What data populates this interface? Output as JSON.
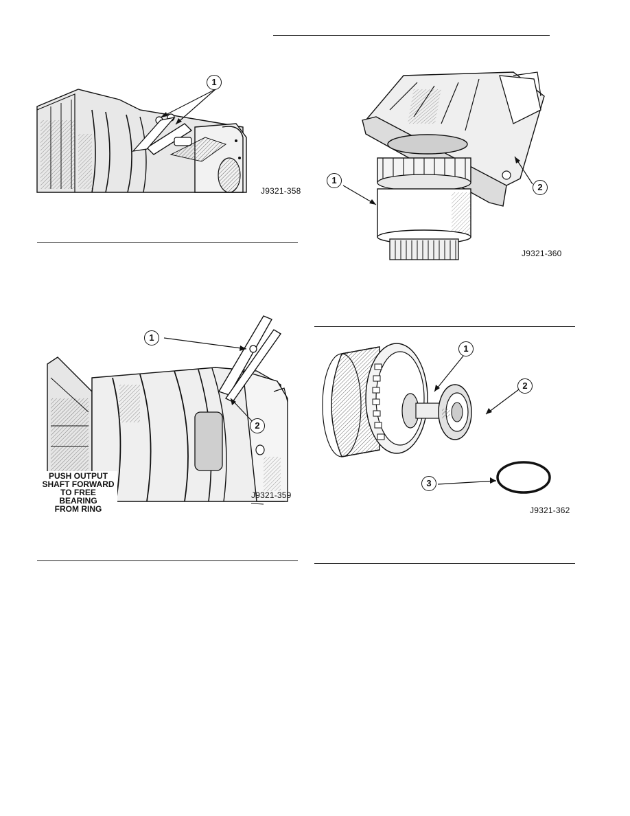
{
  "figures": [
    {
      "id": "J9321-358",
      "callouts": [
        "1"
      ]
    },
    {
      "id": "J9321-359",
      "callouts": [
        "1",
        "2"
      ],
      "note_lines": [
        "PUSH OUTPUT",
        "SHAFT FORWARD",
        "TO FREE BEARING",
        "FROM RING"
      ]
    },
    {
      "id": "J9321-360",
      "callouts": [
        "1",
        "2"
      ]
    },
    {
      "id": "J9321-362",
      "callouts": [
        "1",
        "2",
        "3"
      ]
    }
  ]
}
